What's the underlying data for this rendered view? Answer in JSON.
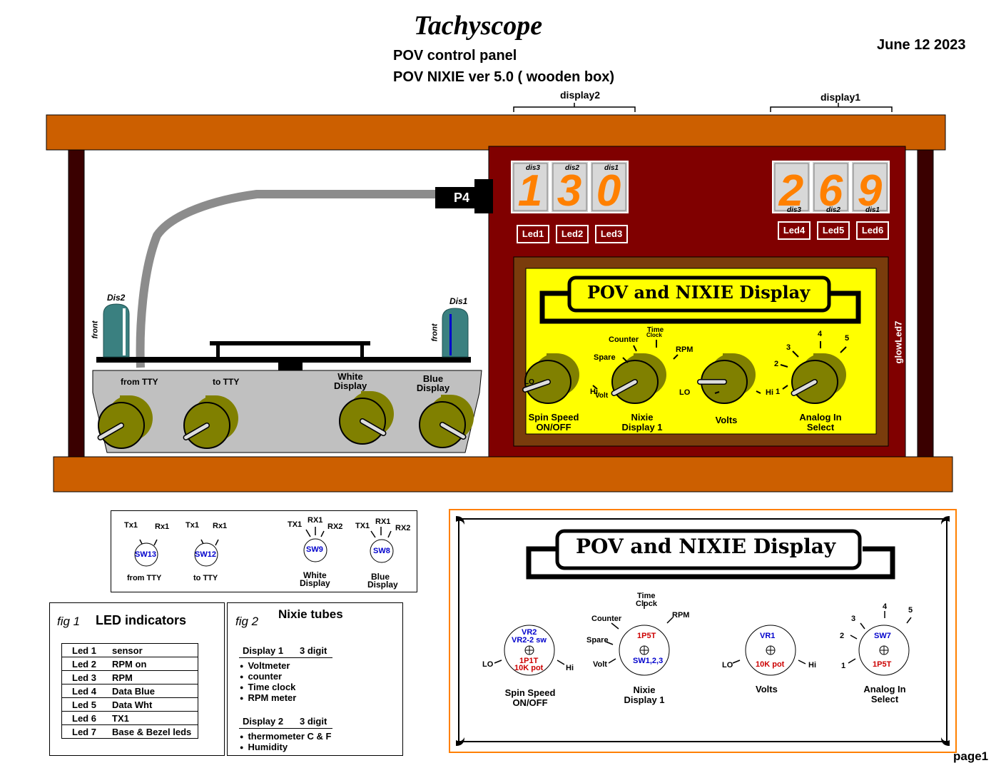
{
  "header": {
    "title": "Tachyscope",
    "subtitle1": "POV control panel",
    "subtitle2": "POV NIXIE ver 5.0 ( wooden box)",
    "date": "June 12 2023",
    "page": "page1"
  },
  "box": {
    "display2_label": "display2",
    "display1_label": "display1",
    "connector": "P4",
    "glow_led": "glowLed7",
    "front_label": "front",
    "dis2_tube": "Dis2",
    "dis1_tube": "Dis1",
    "display2_digits": [
      {
        "digit": "1",
        "tag": "dis3"
      },
      {
        "digit": "3",
        "tag": "dis2"
      },
      {
        "digit": "0",
        "tag": "dis1"
      }
    ],
    "display1_digits": [
      {
        "digit": "2",
        "tag": "dis3"
      },
      {
        "digit": "6",
        "tag": "dis2"
      },
      {
        "digit": "9",
        "tag": "dis1"
      }
    ],
    "leds_left": [
      "Led1",
      "Led2",
      "Led3"
    ],
    "leds_right": [
      "Led4",
      "Led5",
      "Led6"
    ],
    "side_knobs": [
      "from TTY",
      "to TTY",
      "White Display",
      "Blue Display"
    ]
  },
  "panel": {
    "title": "POV and NIXIE Display",
    "knobs": [
      {
        "label1": "Spin Speed",
        "label2": "ON/OFF",
        "lo": "LO",
        "hi": "Hi"
      },
      {
        "label1": "Nixie",
        "label2": "Display 1",
        "positions": [
          "Volt",
          "Spare",
          "Counter",
          "Time",
          "Clock",
          "RPM"
        ]
      },
      {
        "label1": "Volts",
        "label2": "",
        "lo": "LO",
        "hi": "Hi"
      },
      {
        "label1": "Analog In",
        "label2": "Select",
        "positions": [
          "1",
          "2",
          "3",
          "4",
          "5"
        ]
      }
    ]
  },
  "switch_legend": {
    "switches": [
      {
        "id": "SW13",
        "labels": [
          "Tx1",
          "Rx1"
        ],
        "name1": "from TTY",
        "name2": ""
      },
      {
        "id": "SW12",
        "labels": [
          "Tx1",
          "Rx1"
        ],
        "name1": "to TTY",
        "name2": ""
      },
      {
        "id": "SW9",
        "labels": [
          "TX1",
          "RX1",
          "RX2"
        ],
        "name1": "White",
        "name2": "Display"
      },
      {
        "id": "SW8",
        "labels": [
          "TX1",
          "RX1",
          "RX2"
        ],
        "name1": "Blue",
        "name2": "Display"
      }
    ]
  },
  "fig1": {
    "num": "fig 1",
    "title": "LED indicators",
    "rows": [
      {
        "led": "Led 1",
        "desc": "sensor"
      },
      {
        "led": "Led 2",
        "desc": "RPM on"
      },
      {
        "led": "Led 3",
        "desc": "RPM"
      },
      {
        "led": "Led 4",
        "desc": "Data Blue"
      },
      {
        "led": "Led 5",
        "desc": "Data Wht"
      },
      {
        "led": "Led 6",
        "desc": "TX1"
      },
      {
        "led": "Led 7",
        "desc": "Base & Bezel leds"
      }
    ]
  },
  "fig2": {
    "num": "fig 2",
    "title": "Nixie tubes",
    "display1": {
      "name": "Display 1",
      "digits": "3 digit",
      "items": [
        "Voltmeter",
        "counter",
        "Time clock",
        "RPM meter"
      ]
    },
    "display2": {
      "name": "Display 2",
      "digits": "3 digit",
      "items": [
        "thermometer C & F",
        "Humidity"
      ]
    }
  },
  "faceplate": {
    "title": "POV and NIXIE Display",
    "controls": [
      {
        "id1": "VR2",
        "id2": "VR2-2 sw",
        "part1": "1P1T",
        "part2": "10K pot",
        "lo": "LO",
        "hi": "Hi",
        "label1": "Spin Speed",
        "label2": "ON/OFF"
      },
      {
        "id1": "1P5T",
        "id2": "SW1,2,3",
        "positions": [
          "Volt",
          "Spare",
          "Counter",
          "Time",
          "Clock",
          "RPM"
        ],
        "label1": "Nixie",
        "label2": "Display 1"
      },
      {
        "id1": "VR1",
        "part1": "10K pot",
        "lo": "LO",
        "hi": "Hi",
        "label1": "Volts",
        "label2": ""
      },
      {
        "id1": "SW7",
        "part1": "1P5T",
        "positions": [
          "1",
          "2",
          "3",
          "4",
          "5"
        ],
        "label1": "Analog In",
        "label2": "Select"
      }
    ]
  },
  "colors": {
    "wood": "#cc5f00",
    "box": "#800000",
    "panel": "#ffff00",
    "bezel": "#7a3c0c",
    "knob": "#808000",
    "nixie": "#ff8000",
    "metal": "#c0c0c0",
    "tube": "#3a8080",
    "accent_border": "#ff8000",
    "blue_text": "#0000cc",
    "red_text": "#cc0000"
  }
}
